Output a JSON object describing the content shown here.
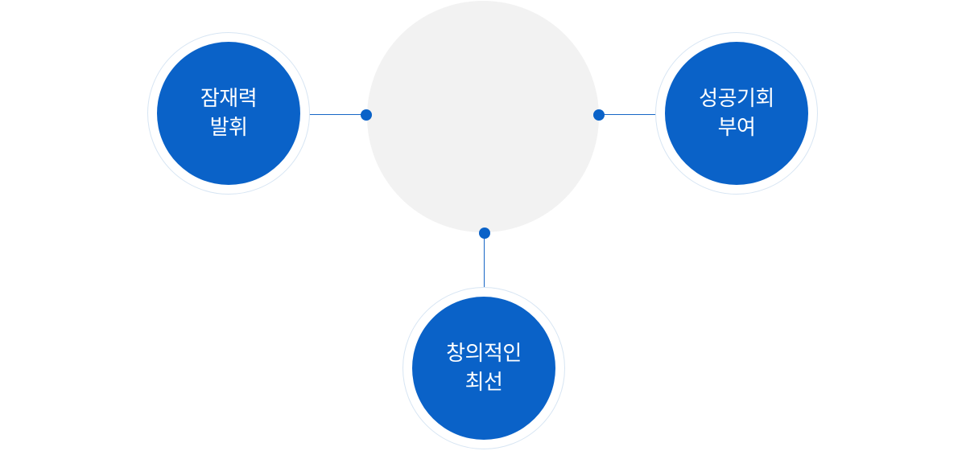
{
  "nodes": {
    "left": {
      "label": "잠재력\n발휘"
    },
    "right": {
      "label": "성공기회\n부여"
    },
    "bottom": {
      "label": "창의적인\n최선"
    }
  },
  "colors": {
    "node_fill": "#0a62c8",
    "connector": "#1666c6",
    "center_fill": "#f2f2f2",
    "ring": "#d7e5f3"
  }
}
